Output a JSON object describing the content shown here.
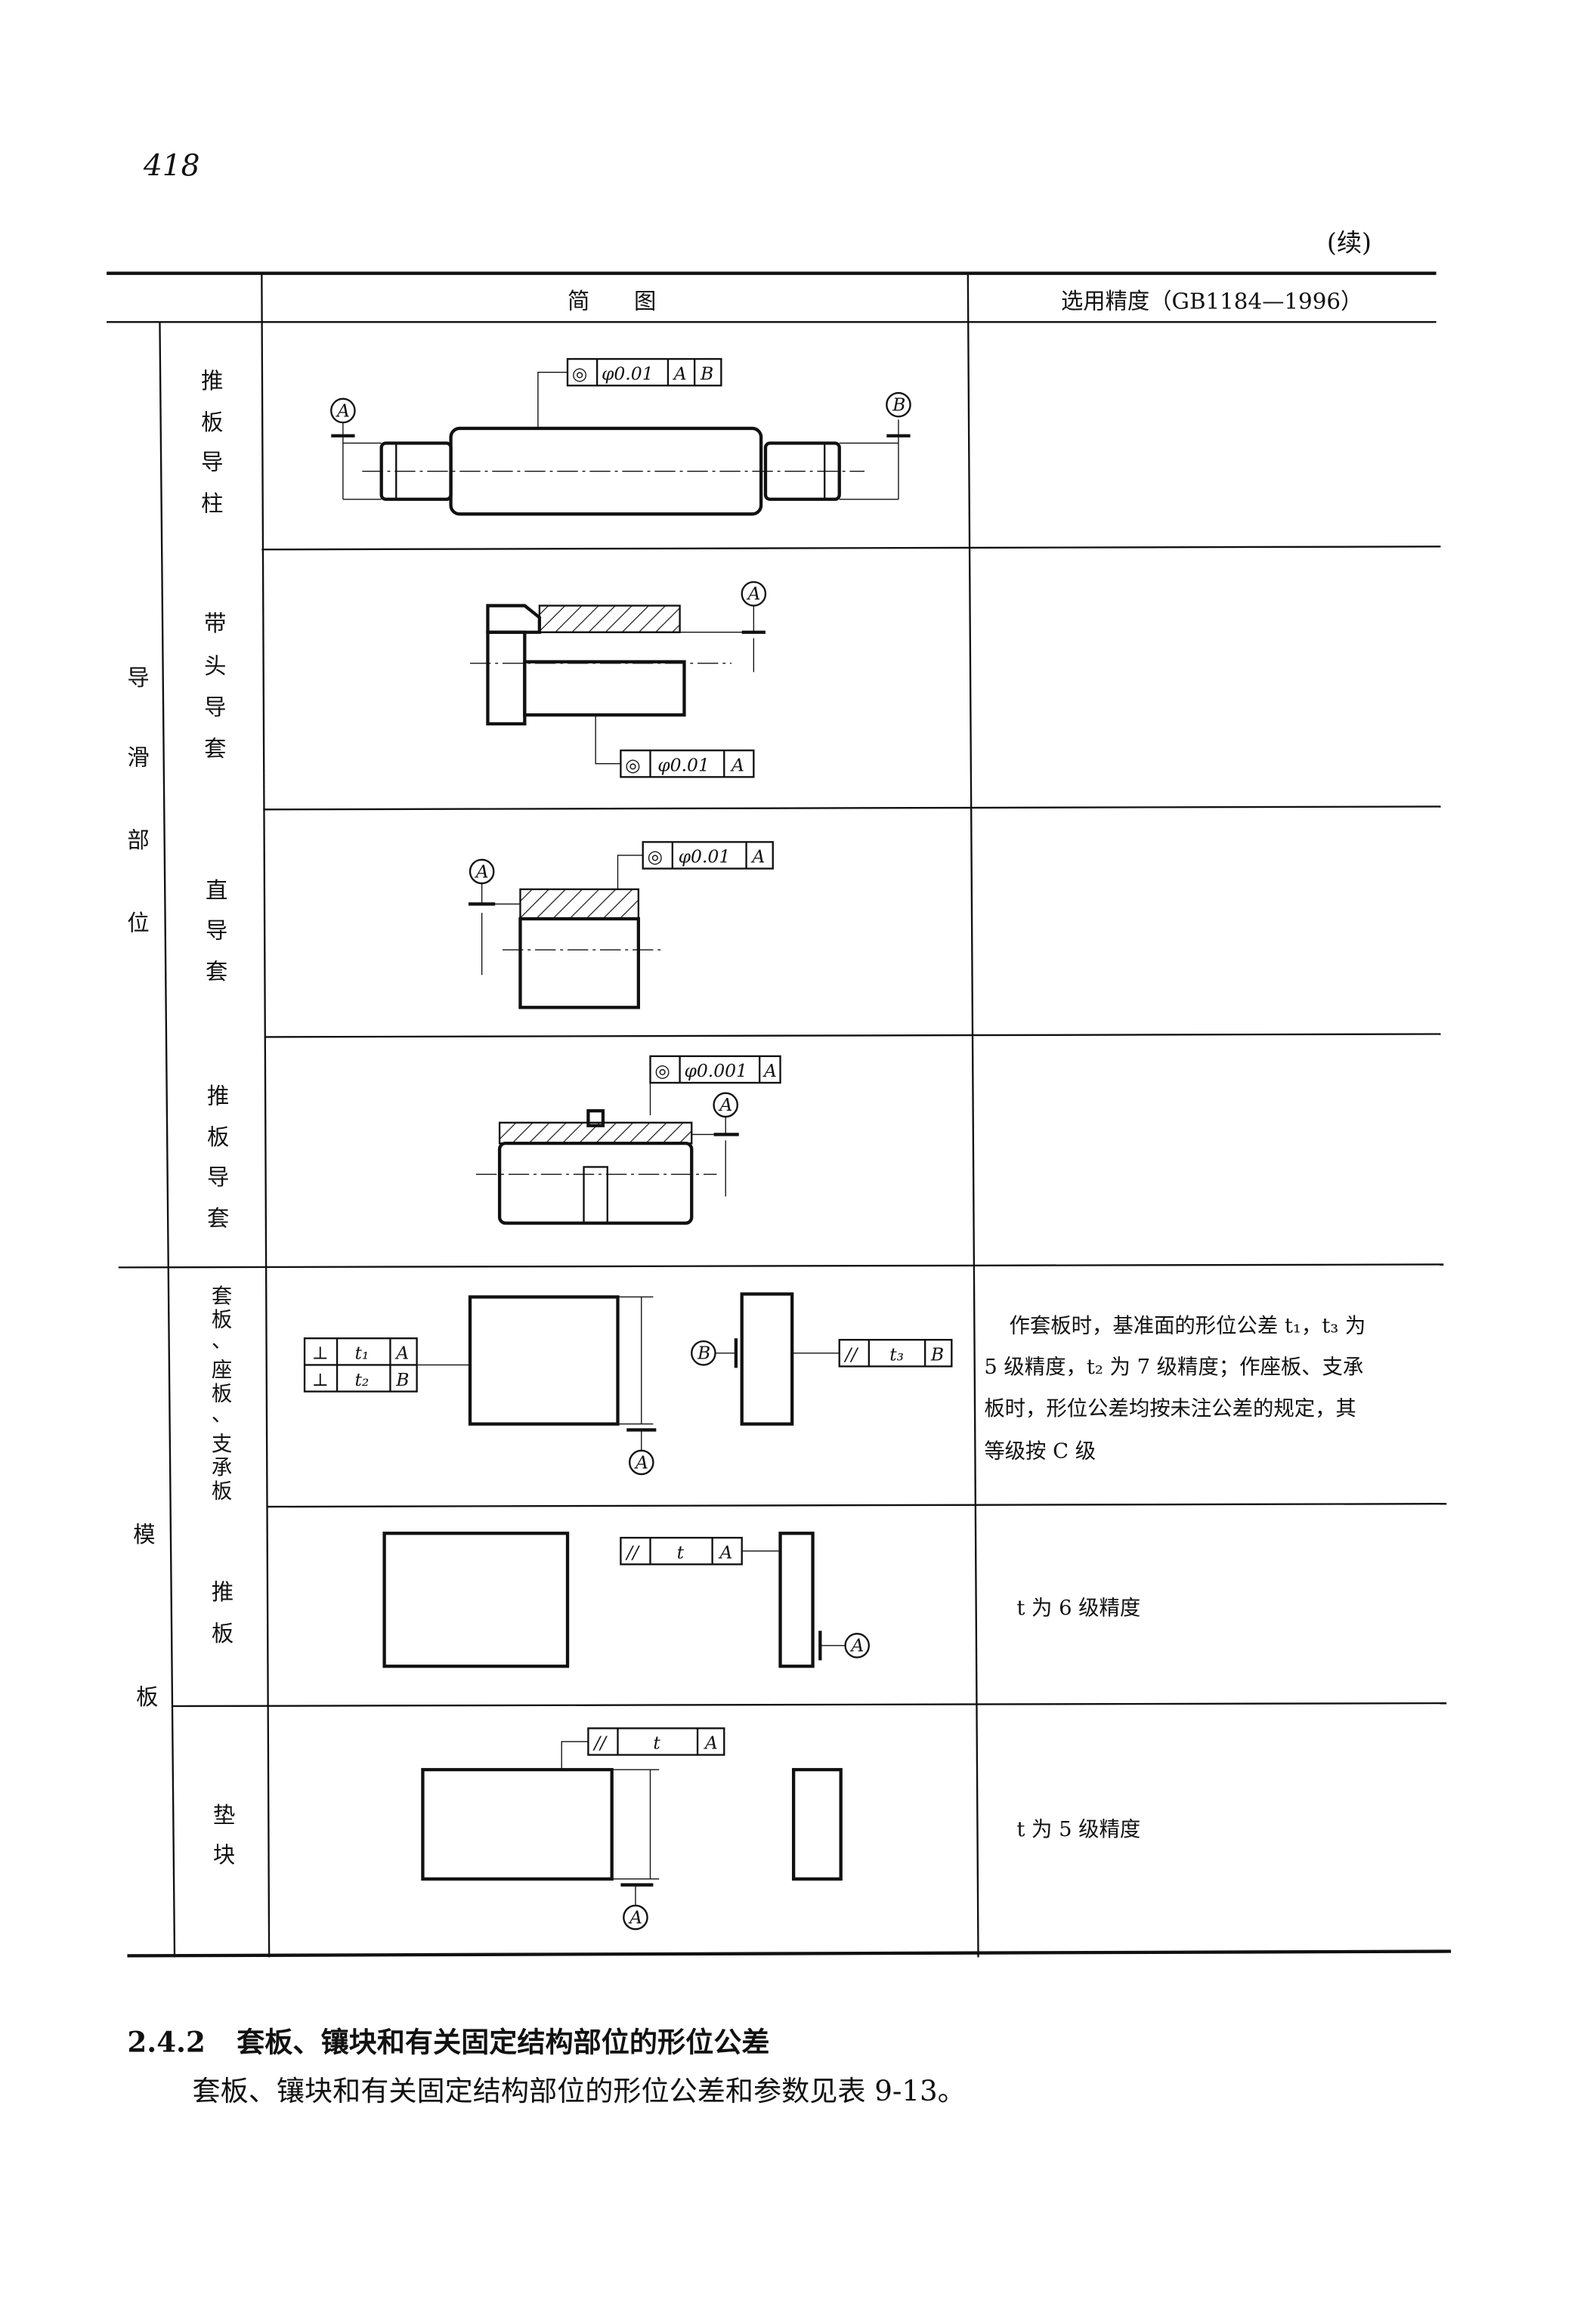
{
  "page_number": "418",
  "continued": "(续)",
  "table": {
    "headers": {
      "diagram": "简　　图",
      "precision": "选用精度（GB1184—1996）"
    },
    "groups": [
      {
        "label": [
          "导",
          "滑",
          "部",
          "位"
        ],
        "rows": [
          {
            "item": [
              "推",
              "板",
              "导",
              "柱"
            ],
            "frame": [
              "◎",
              "φ0.01",
              "A",
              "B"
            ],
            "datums": [
              "A",
              "B"
            ],
            "precision": ""
          },
          {
            "item": [
              "带",
              "头",
              "导",
              "套"
            ],
            "frame": [
              "◎",
              "φ0.01",
              "A"
            ],
            "datums": [
              "A"
            ],
            "precision": ""
          },
          {
            "item": [
              "直",
              "导",
              "套"
            ],
            "frame": [
              "◎",
              "φ0.01",
              "A"
            ],
            "datums": [
              "A"
            ],
            "precision": ""
          },
          {
            "item": [
              "推",
              "板",
              "导",
              "套"
            ],
            "frame": [
              "◎",
              "φ0.001",
              "A"
            ],
            "datums": [
              "A"
            ],
            "precision": ""
          }
        ]
      },
      {
        "label": [
          "模",
          "板"
        ],
        "rows": [
          {
            "item": [
              "套",
              "板",
              "、",
              "座",
              "板",
              "、",
              "支",
              "承",
              "板"
            ],
            "frames": [
              [
                "⊥",
                "t₁",
                "A"
              ],
              [
                "⊥",
                "t₂",
                "B"
              ],
              [
                "//",
                "t₃",
                "B"
              ]
            ],
            "datums": [
              "A",
              "B"
            ],
            "precision": [
              "作套板时，基准面的形位公差 t₁，t₃ 为",
              "5 级精度，t₂ 为 7 级精度；作座板、支承",
              "板时，形位公差均按未注公差的规定，其",
              "等级按 C 级"
            ]
          },
          {
            "item": [
              "推",
              "板"
            ],
            "frame": [
              "//",
              "t",
              "A"
            ],
            "datums": [
              "A"
            ],
            "precision": "t 为 6 级精度"
          },
          {
            "item": [
              "垫",
              "块"
            ],
            "frame": [
              "//",
              "t",
              "A"
            ],
            "datums": [
              "A"
            ],
            "precision": "t 为 5 级精度"
          }
        ]
      }
    ]
  },
  "section": {
    "number": "2.4.2",
    "title": "套板、镶块和有关固定结构部位的形位公差",
    "body": "套板、镶块和有关固定结构部位的形位公差和参数见表 9-13。"
  }
}
